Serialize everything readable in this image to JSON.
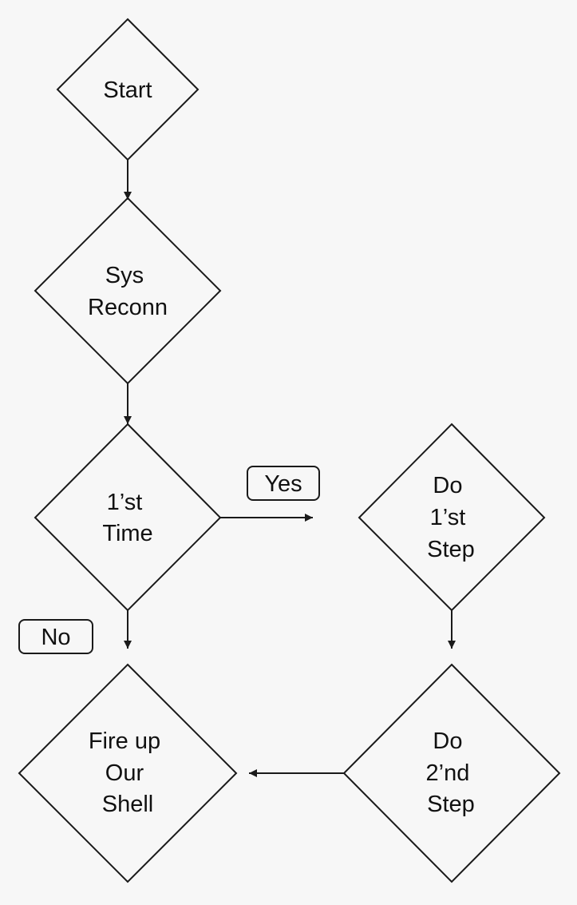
{
  "colors": {
    "background": "#f7f7f7",
    "stroke": "#1a1a1a",
    "text": "#111111",
    "label_fill": "#f7f7f7"
  },
  "nodes": {
    "start": {
      "lines": [
        "Start"
      ]
    },
    "sys_reconn": {
      "lines": [
        "Sys",
        "Reconn"
      ]
    },
    "first_time": {
      "lines": [
        "1’st",
        "Time"
      ]
    },
    "do_first_step": {
      "lines": [
        "Do",
        "1’st",
        "Step"
      ]
    },
    "fire_up_shell": {
      "lines": [
        "Fire up",
        "Our",
        "Shell"
      ]
    },
    "do_second_step": {
      "lines": [
        "Do",
        "2’nd",
        "Step"
      ]
    }
  },
  "edge_labels": {
    "yes": "Yes",
    "no": "No"
  }
}
